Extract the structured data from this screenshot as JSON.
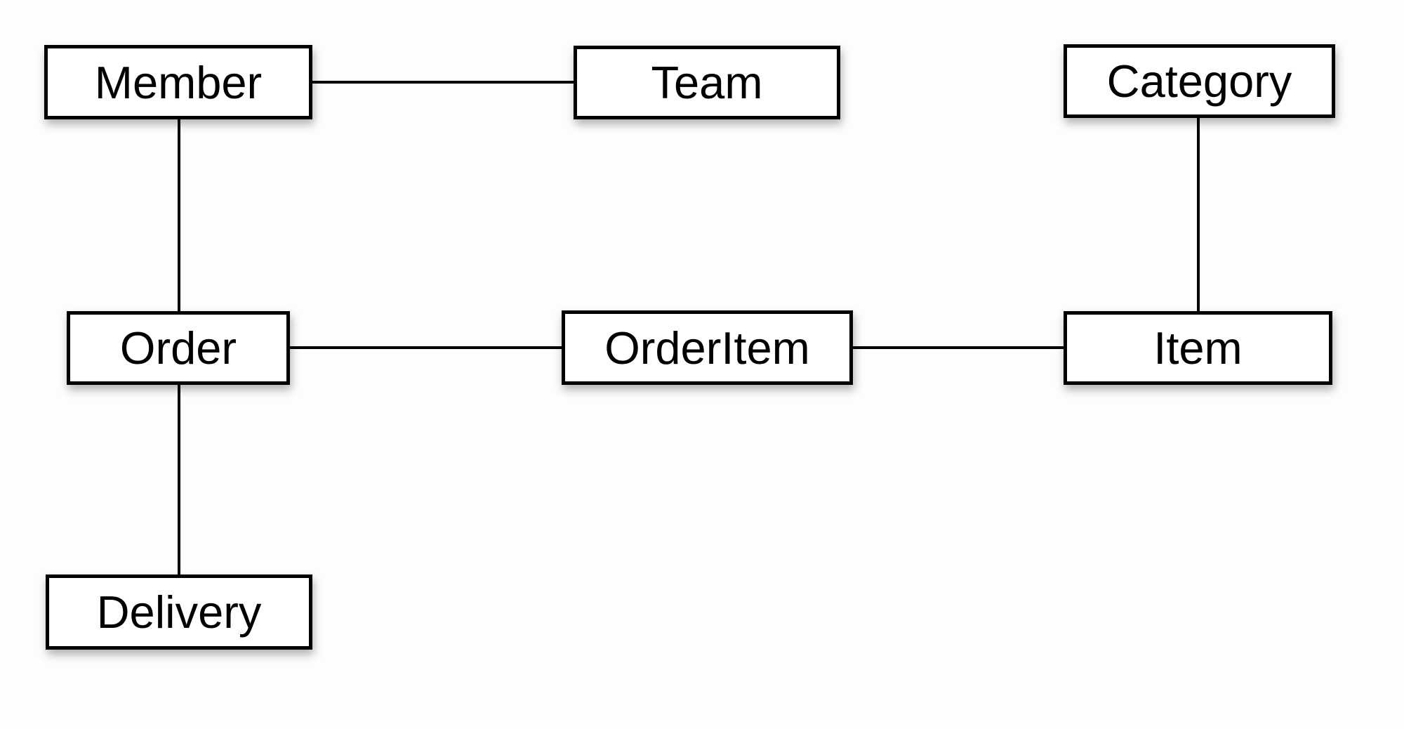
{
  "diagram": {
    "type": "entity-relationship",
    "entities": [
      {
        "label": "Member"
      },
      {
        "label": "Team"
      },
      {
        "label": "Category"
      },
      {
        "label": "Order"
      },
      {
        "label": "OrderItem"
      },
      {
        "label": "Item"
      },
      {
        "label": "Delivery"
      }
    ],
    "relationships": [
      {
        "from": "Member",
        "to": "Team"
      },
      {
        "from": "Member",
        "to": "Order"
      },
      {
        "from": "Category",
        "to": "Item"
      },
      {
        "from": "Order",
        "to": "OrderItem"
      },
      {
        "from": "OrderItem",
        "to": "Item"
      },
      {
        "from": "Order",
        "to": "Delivery"
      }
    ],
    "colors": {
      "background": "#fdfdfd",
      "box_fill": "#ffffff",
      "box_border": "#000000",
      "connector": "#000000",
      "text": "#000000"
    }
  }
}
